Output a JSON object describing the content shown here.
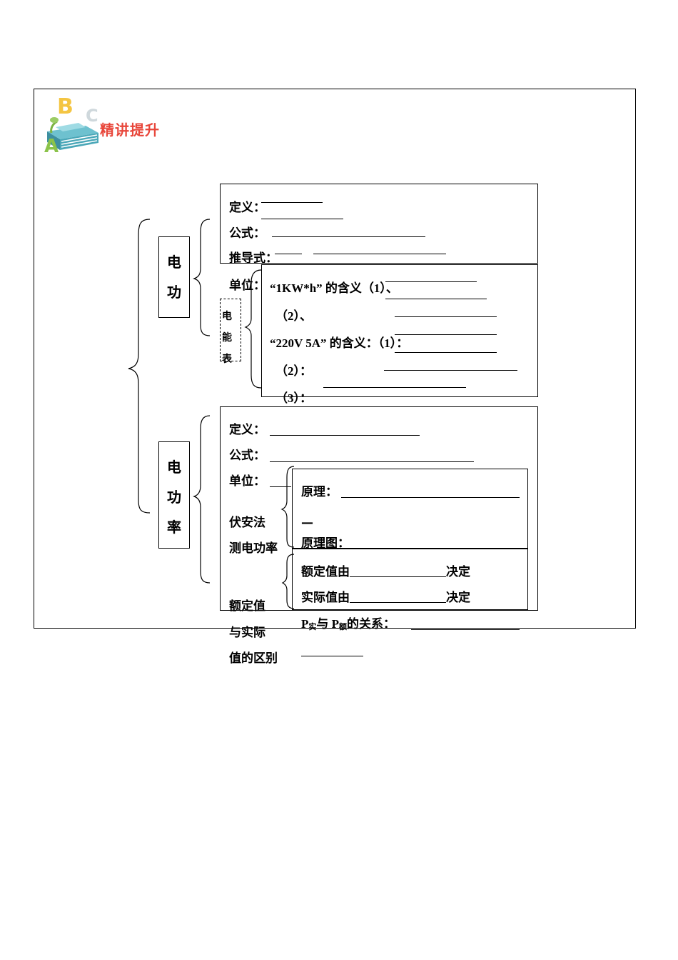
{
  "header": {
    "title": "精讲提升",
    "logo_letters": [
      "A",
      "B",
      "C"
    ],
    "colors": {
      "title": "#e8463a",
      "book": "#4aa7b8",
      "letter_a": "#8bc34a",
      "letter_b": "#f4c542",
      "letter_c": "#cfd8dc"
    }
  },
  "section_work": {
    "label_chars": [
      "电",
      "功"
    ],
    "definition_label": "定义：",
    "formula_label": "公式：",
    "derived_label": "推导式：",
    "unit_label": "单位：",
    "meter": {
      "label_chars": [
        "电",
        "能",
        "表"
      ],
      "kwh_meaning": "“1KW*h” 的含义（1）、",
      "kwh_item2": "（2）、",
      "rating_meaning": "“220V 5A” 的含义：（1）：",
      "rating_item2": "（2）：",
      "rating_item3": "（3）："
    }
  },
  "section_power": {
    "label_chars": [
      "电",
      "功",
      "率"
    ],
    "definition_label": "定义：",
    "formula_label": "公式：",
    "unit_label": "单位：",
    "voltammetry": {
      "label_line1": "伏安法",
      "label_line2": "测电功率",
      "principle_label": "原理：",
      "dash": "—",
      "diagram_label": "原理图："
    },
    "rated_actual": {
      "label_line1": "额定值",
      "label_line2": "与实际",
      "label_line3": "值的区别",
      "rated_prefix": "额定值由",
      "rated_suffix": "决定",
      "actual_prefix": "实际值由",
      "actual_suffix": "决定",
      "relation_p": "P",
      "relation_sub_actual": "实",
      "relation_mid": "与 P",
      "relation_sub_rated": "额",
      "relation_suffix": "的关系："
    }
  }
}
